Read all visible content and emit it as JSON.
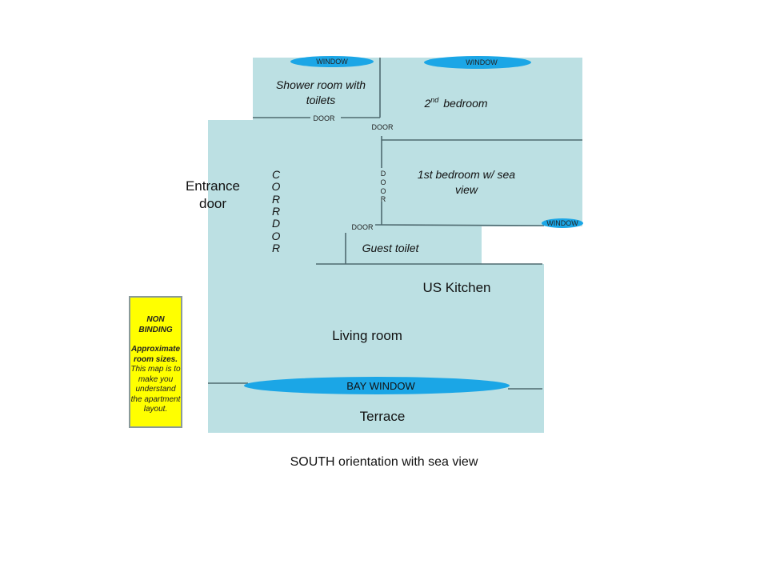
{
  "rooms": {
    "shower_line1": "Shower room with",
    "shower_line2": "toilets",
    "bedroom2_num": "2",
    "bedroom2_sup": "nd",
    "bedroom2_rest": "bedroom",
    "bedroom1_line1": "1st bedroom w/ sea",
    "bedroom1_line2": "view",
    "corridor_letters": [
      "C",
      "O",
      "R",
      "R",
      "D",
      "O",
      "R"
    ],
    "guest_toilet": "Guest toilet",
    "kitchen": "US Kitchen",
    "living": "Living room",
    "terrace": "Terrace",
    "entrance_line1": "Entrance",
    "entrance_line2": "door"
  },
  "labels": {
    "window": "WINDOW",
    "door": "DOOR",
    "door_vertical": [
      "D",
      "O",
      "O",
      "R"
    ],
    "bay_window": "BAY WINDOW"
  },
  "note": {
    "line1": "NON",
    "line2": "BINDING",
    "bold": "Approximate room sizes.",
    "text": "This map is to make you understand the apartment layout."
  },
  "caption": "SOUTH orientation with sea view",
  "colors": {
    "floor": "#bce0e3",
    "window": "#1ba6e6",
    "note": "#ffff00"
  }
}
